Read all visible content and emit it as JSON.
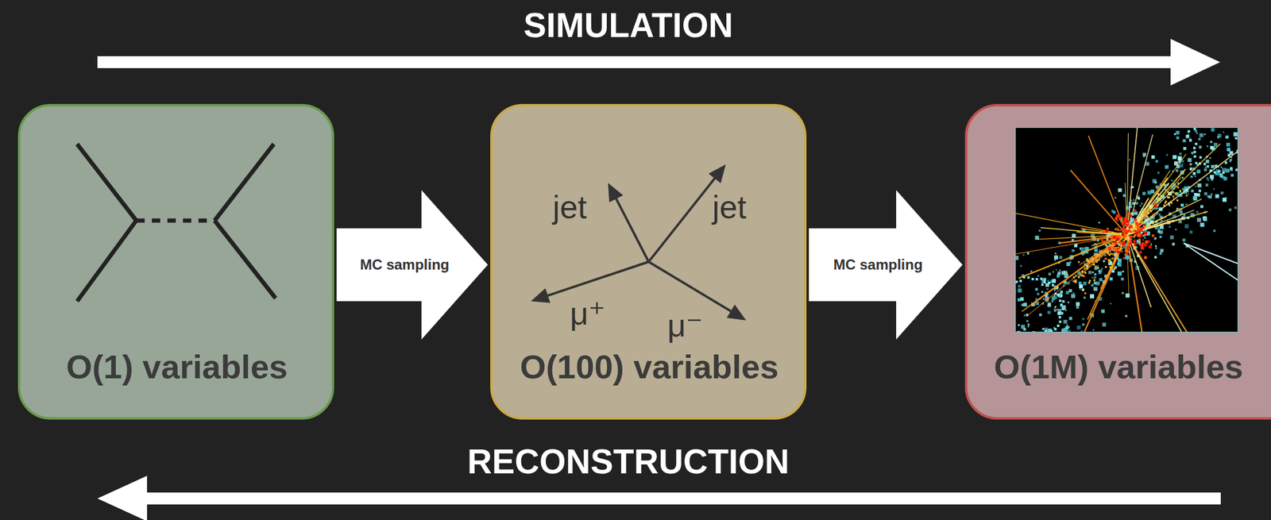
{
  "diagram": {
    "nodes": [
      {
        "text": [
          "O(1) variables"
        ]
      },
      {
        "text": [
          "O(100) variables"
        ]
      },
      {
        "text": [
          "O(1M) variables"
        ]
      }
    ],
    "edges": [
      {
        "from": 0,
        "to": 1,
        "label": "MC sampling",
        "arrow": "to"
      },
      {
        "from": 1,
        "to": 2,
        "label": "MC sampling",
        "arrow": "to"
      }
    ],
    "labels": [
      "SIMULATION",
      "jet",
      "jet",
      "μ⁺",
      "μ⁻",
      "RECONSTRUCTION"
    ]
  }
}
